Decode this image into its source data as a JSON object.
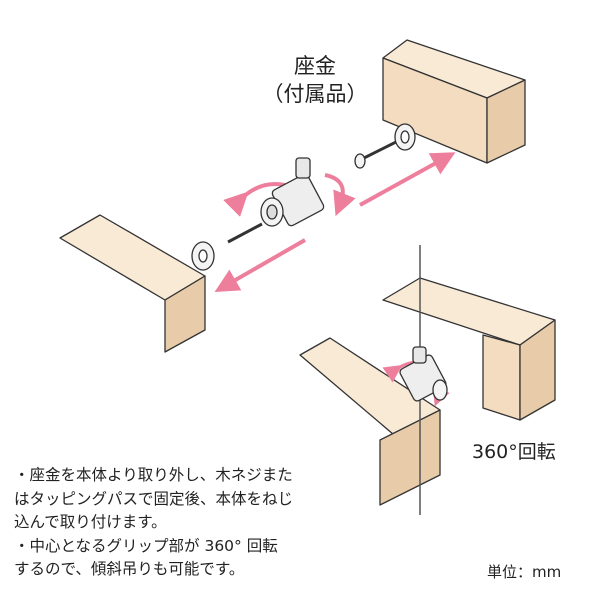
{
  "labels": {
    "washer_line1": "座金",
    "washer_line2": "（付属品）",
    "rotation": "360°回転",
    "unit": "単位：mm"
  },
  "description": [
    "・座金を本体より取り外し、木ネジまた",
    "はタッピングパスで固定後、本体をねじ",
    "込んで取り付けます。",
    "・中心となるグリップ部が 360° 回転",
    "するので、傾斜吊りも可能です。"
  ],
  "colors": {
    "wood_top": "#f9ead6",
    "wood_front": "#f3dcbf",
    "wood_side": "#e8cba8",
    "arrow": "#ee7f9c"
  }
}
